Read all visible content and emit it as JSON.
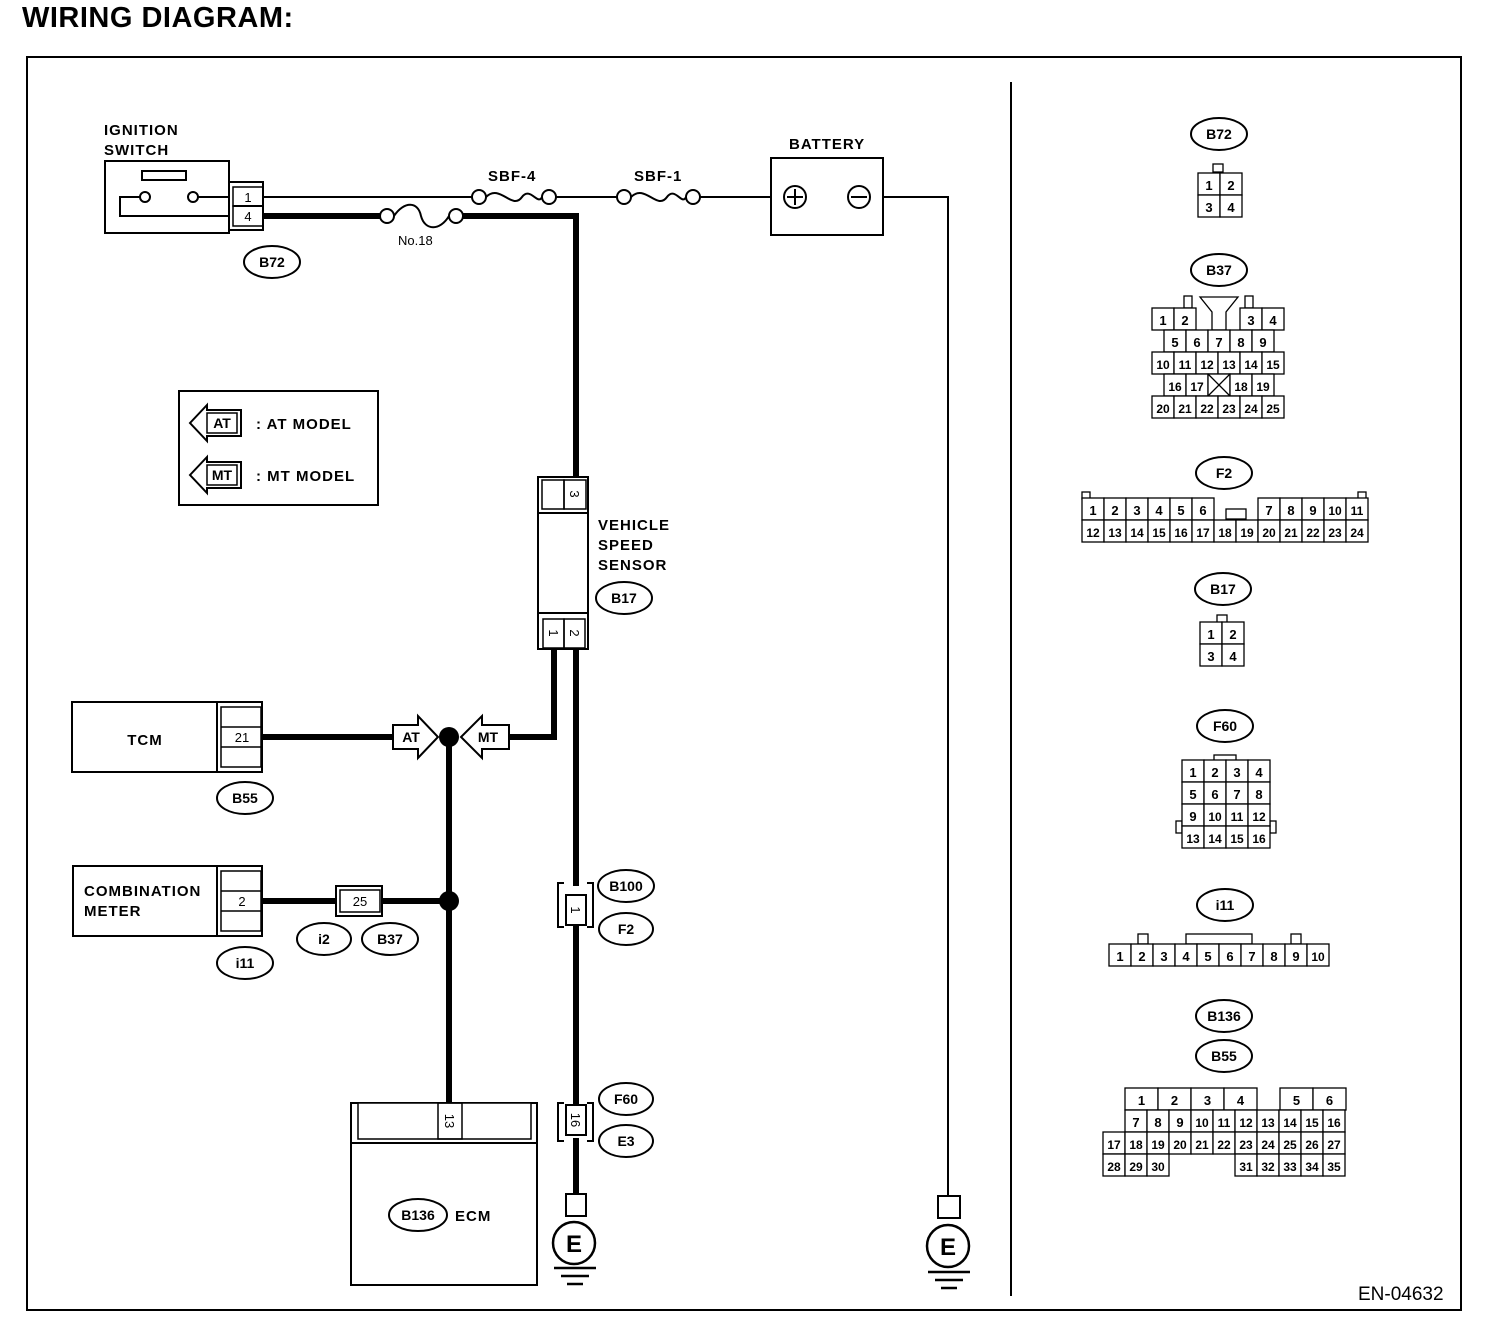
{
  "header": {
    "title": "WIRING DIAGRAM:"
  },
  "footer": {
    "code": "EN-04632"
  },
  "legend": {
    "at_tag": "AT",
    "at_text": ": AT MODEL",
    "mt_tag": "MT",
    "mt_text": ": MT MODEL"
  },
  "components": {
    "ignition_switch": [
      "IGNITION",
      "SWITCH"
    ],
    "battery": "BATTERY",
    "vehicle_speed_sensor": [
      "VEHICLE",
      "SPEED",
      "SENSOR"
    ],
    "tcm": "TCM",
    "combination_meter": [
      "COMBINATION",
      "METER"
    ],
    "ecm": "ECM",
    "ground": "E"
  },
  "fuses": {
    "sbf4": "SBF-4",
    "sbf1": "SBF-1",
    "no18": "No.18"
  },
  "connectors": {
    "b72": "B72",
    "b17": "B17",
    "b55": "B55",
    "i11": "i11",
    "i2": "i2",
    "b37": "B37",
    "b100": "B100",
    "f2": "F2",
    "f60": "F60",
    "e3": "E3",
    "b136": "B136"
  },
  "pins": {
    "ign1": "1",
    "ign4": "4",
    "vss3": "3",
    "vss1": "1",
    "vss2": "2",
    "tcm21": "21",
    "meter2": "2",
    "jc25": "25",
    "jc1": "1",
    "ecm13": "13",
    "f60_16": "16"
  },
  "connector_panel": {
    "b72": {
      "label": "B72",
      "rows": [
        [
          "1",
          "2"
        ],
        [
          "3",
          "4"
        ]
      ]
    },
    "b37": {
      "label": "B37",
      "rows": [
        [
          "1",
          "2",
          "",
          "3",
          "4"
        ],
        [
          "5",
          "6",
          "7",
          "8",
          "9"
        ],
        [
          "10",
          "11",
          "12",
          "13",
          "14",
          "15"
        ],
        [
          "16",
          "17",
          "",
          "18",
          "19"
        ],
        [
          "20",
          "21",
          "22",
          "23",
          "24",
          "25"
        ]
      ]
    },
    "f2": {
      "label": "F2",
      "rows": [
        [
          "1",
          "2",
          "3",
          "4",
          "5",
          "6",
          "7",
          "8",
          "9",
          "10",
          "11"
        ],
        [
          "12",
          "13",
          "14",
          "15",
          "16",
          "17",
          "18",
          "19",
          "20",
          "21",
          "22",
          "23",
          "24"
        ]
      ]
    },
    "b17": {
      "label": "B17",
      "rows": [
        [
          "1",
          "2"
        ],
        [
          "3",
          "4"
        ]
      ]
    },
    "f60": {
      "label": "F60",
      "rows": [
        [
          "1",
          "2",
          "3",
          "4"
        ],
        [
          "5",
          "6",
          "7",
          "8"
        ],
        [
          "9",
          "10",
          "11",
          "12"
        ],
        [
          "13",
          "14",
          "15",
          "16"
        ]
      ]
    },
    "i11": {
      "label": "i11",
      "rows": [
        [
          "1",
          "2",
          "3",
          "4",
          "5",
          "6",
          "7",
          "8",
          "9",
          "10"
        ]
      ]
    },
    "b136_b55": {
      "labels": [
        "B136",
        "B55"
      ],
      "rows": [
        [
          "1",
          "2",
          "3",
          "4",
          "5",
          "6"
        ],
        [
          "7",
          "8",
          "9",
          "10",
          "11",
          "12",
          "13",
          "14",
          "15",
          "16"
        ],
        [
          "17",
          "18",
          "19",
          "20",
          "21",
          "22",
          "23",
          "24",
          "25",
          "26",
          "27"
        ],
        [
          "28",
          "29",
          "30",
          "31",
          "32",
          "33",
          "34",
          "35"
        ]
      ]
    }
  }
}
